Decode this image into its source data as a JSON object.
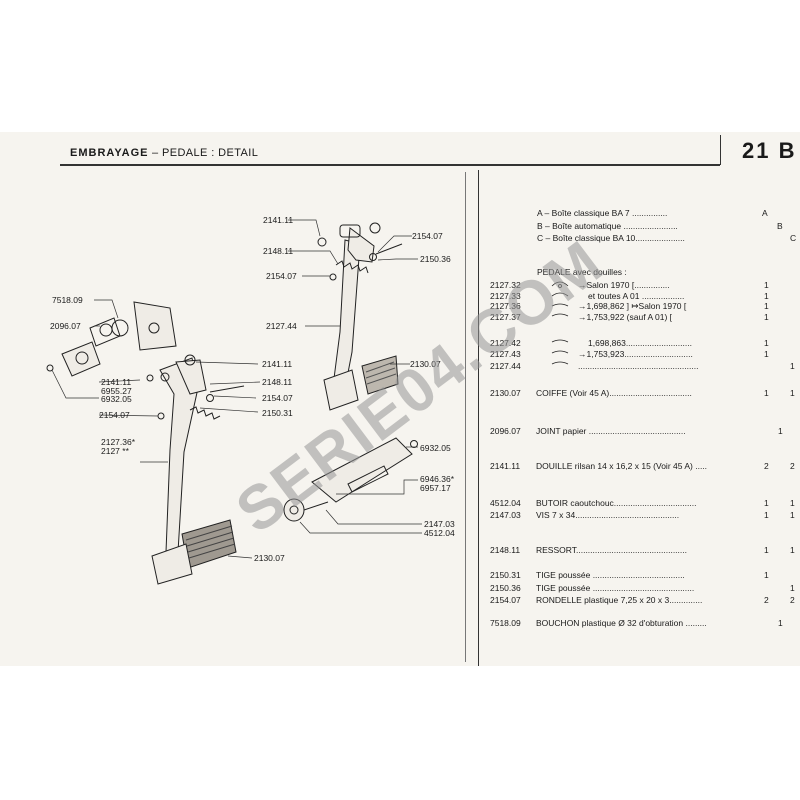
{
  "header": {
    "title_main": "EMBRAYAGE",
    "title_sep": "–",
    "title_sub": "PEDALE : DETAIL",
    "page_number": "21 B"
  },
  "diagram_labels": {
    "l2141_11_top": "2141.11",
    "l2148_11_top": "2148.11",
    "l2154_07_top": "2154.07",
    "l2154_07_top_b": "2154.07",
    "l2150_36": "2150.36",
    "l2127_44": "2127.44",
    "l7518_09": "7518.09",
    "l2096_07": "2096.07",
    "l2130_07_top": "2130.07",
    "l2141_11_mid": "2141.11",
    "l2148_11_mid": "2148.11",
    "l2154_07_mid": "2154.07",
    "l2150_31": "2150.31",
    "l2141_11_left": "2141.11",
    "l6955_27": "6955.27",
    "l6932_05_left": "6932.05",
    "l2154_07_left": "2154.07",
    "l2127_36": "2127.36*",
    "l2127": "2127 **",
    "l6932_05_right": "6932.05",
    "l6946_36": "6946.36*",
    "l6957_17": "6957.17",
    "l2147_03": "2147.03",
    "l4512_04": "4512.04",
    "l2130_07_bottom": "2130.07"
  },
  "legend": [
    {
      "text": "A – Boîte classique BA 7 ...............",
      "code": "A"
    },
    {
      "text": "B – Boîte automatique .......................",
      "code": "B"
    },
    {
      "text": "C – Boîte classique BA 10.....................",
      "code": "C"
    }
  ],
  "pedal_header": "PEDALE avec douilles :",
  "pedal_rows": [
    {
      "ref": "2127.32",
      "spec": "→Salon 1970 [...............",
      "qty": "1"
    },
    {
      "ref": "2127.33",
      "spec": "et toutes A 01 ..................",
      "qty": "1"
    },
    {
      "ref": "2127.36",
      "spec": "→1,698,862 ]  ↦Salon 1970  [",
      "qty": "1"
    },
    {
      "ref": "2127.37",
      "spec": "→1,753,922     (sauf A 01)  [",
      "qty": "1"
    },
    {
      "ref": "2127.42",
      "spec": "1,698,863............................",
      "qty": "1"
    },
    {
      "ref": "2127.43",
      "spec": "→1,753,923.............................",
      "qty": "1"
    },
    {
      "ref": "2127.44",
      "spec": "...................................................",
      "qty": "1"
    }
  ],
  "parts": [
    {
      "ref": "2130.07",
      "desc": "COIFFE (Voir 45 A)...................................",
      "q1": "1",
      "q2": "1"
    },
    {
      "ref": "2096.07",
      "desc": "JOINT papier .........................................",
      "q1": "1",
      "q2": ""
    },
    {
      "ref": "2141.11",
      "desc": "DOUILLE rilsan 14 x 16,2 x 15 (Voir 45 A) .....",
      "q1": "2",
      "q2": "2"
    },
    {
      "ref": "4512.04",
      "desc": "BUTOIR caoutchouc...................................",
      "q1": "1",
      "q2": "1"
    },
    {
      "ref": "2147.03",
      "desc": "VIS 7 x 34............................................",
      "q1": "1",
      "q2": "1"
    },
    {
      "ref": "2148.11",
      "desc": "RESSORT...............................................",
      "q1": "1",
      "q2": "1"
    },
    {
      "ref": "2150.31",
      "desc": "TIGE poussée .......................................",
      "q1": "1",
      "q2": ""
    },
    {
      "ref": "2150.36",
      "desc": "TIGE poussée ...........................................",
      "q1": "",
      "q2": "1"
    },
    {
      "ref": "2154.07",
      "desc": "RONDELLE plastique 7,25 x 20 x 3..............",
      "q1": "2",
      "q2": "2"
    },
    {
      "ref": "7518.09",
      "desc": "BOUCHON plastique Ø 32 d'obturation .........",
      "q1": "1",
      "q2": ""
    }
  ],
  "watermark": "SERIE04.COM",
  "colors": {
    "paper": "#f6f4ef",
    "ink": "#1a1a1a",
    "watermark": "#969696"
  }
}
